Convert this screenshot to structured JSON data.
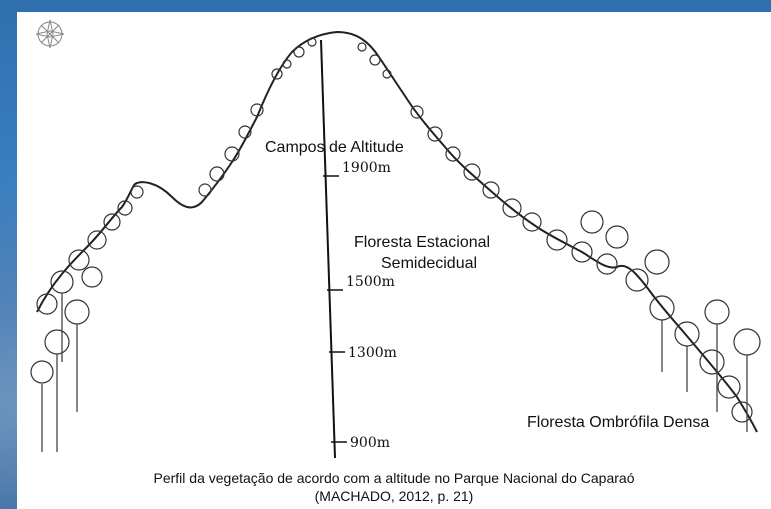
{
  "figure": {
    "zones": {
      "campos": "Campos de Altitude",
      "estacional_line1": "Floresta Estacional",
      "estacional_line2": "Semidecidual",
      "ombrofila": "Floresta Ombrófila Densa"
    },
    "altitudes": [
      "1900m",
      "1500m",
      "1300m",
      "900m"
    ]
  },
  "caption": {
    "line1": "Perfil da vegetação de acordo com a altitude no Parque Nacional do Caparaó",
    "line2": "(MACHADO, 2012, p. 21)"
  },
  "icons": {
    "corner": "compass-rose-icon"
  },
  "colors": {
    "slide_background": "#2f6fae",
    "panel": "#ffffff",
    "ink": "#111111"
  }
}
